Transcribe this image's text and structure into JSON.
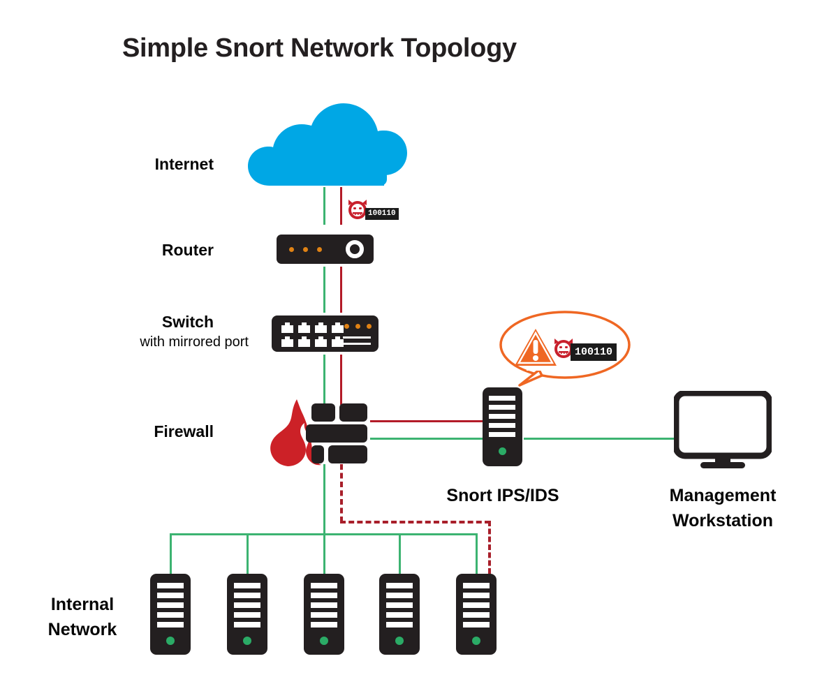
{
  "diagram": {
    "title": "Simple Snort Network Topology",
    "type": "network-topology"
  },
  "labels": {
    "internet": "Internet",
    "router": "Router",
    "switch": "Switch",
    "switch_sub": "with mirrored port",
    "firewall": "Firewall",
    "snort": "Snort IPS/IDS",
    "management_line1": "Management",
    "management_line2": "Workstation",
    "internal_line1": "Internal",
    "internal_line2": "Network"
  },
  "badges": {
    "internet_traffic_binary": "100110",
    "alert_traffic_binary": "100110",
    "alert_symbol": "!"
  },
  "icons": {
    "cloud": "cloud-icon",
    "router": "router-icon",
    "switch": "switch-icon",
    "firewall": "firewall-icon",
    "server": "server-tower-icon",
    "monitor": "monitor-icon",
    "devil": "devil-malware-icon",
    "warning": "warning-triangle-icon",
    "bubble": "speech-bubble-icon"
  },
  "colors": {
    "cloud_blue": "#00a7e5",
    "device_dark": "#231f20",
    "traffic_green": "#3cb371",
    "traffic_red": "#b31b28",
    "alert_orange": "#ef6723",
    "devil_red": "#c8202c",
    "led_green": "#2bab66",
    "led_orange": "#e08214",
    "background": "#ffffff"
  },
  "connections": [
    {
      "from": "internet",
      "to": "router",
      "style": "solid",
      "colors": [
        "green",
        "red"
      ]
    },
    {
      "from": "router",
      "to": "switch",
      "style": "solid",
      "colors": [
        "green",
        "red"
      ]
    },
    {
      "from": "switch",
      "to": "firewall",
      "style": "solid",
      "colors": [
        "green",
        "red"
      ]
    },
    {
      "from": "firewall",
      "to": "snort",
      "style": "solid",
      "colors": [
        "red",
        "green"
      ]
    },
    {
      "from": "snort",
      "to": "management-workstation",
      "style": "solid",
      "colors": [
        "green"
      ]
    },
    {
      "from": "firewall",
      "to": "internal-network",
      "style": "solid",
      "colors": [
        "green"
      ]
    },
    {
      "from": "firewall",
      "to": "internal-server-5",
      "style": "dashed",
      "colors": [
        "red"
      ]
    }
  ],
  "internal_servers": [
    {
      "id": "internal-server-1"
    },
    {
      "id": "internal-server-2"
    },
    {
      "id": "internal-server-3"
    },
    {
      "id": "internal-server-4"
    },
    {
      "id": "internal-server-5"
    }
  ]
}
